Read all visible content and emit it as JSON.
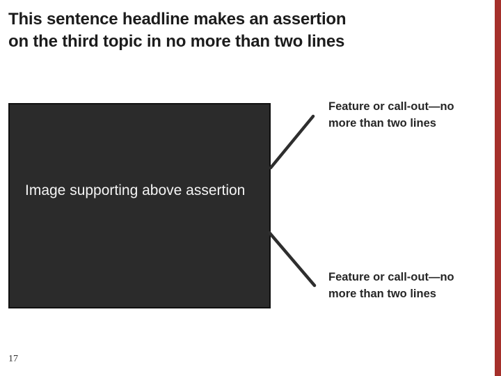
{
  "headline": {
    "line1": "This sentence headline makes an assertion",
    "line2": "on the third topic in no more than two lines"
  },
  "image_placeholder": {
    "label": "Image supporting above assertion"
  },
  "callouts": [
    {
      "line1": "Feature or call-out—no",
      "line2": "more than two lines"
    },
    {
      "line1": "Feature or call-out—no",
      "line2": "more than two lines"
    }
  ],
  "page_number": "17",
  "colors": {
    "background": "#FFFFFF",
    "headline_text": "#1C1C1C",
    "callout_text": "#262626",
    "connector_line": "#2E2E2E",
    "image_box_fill": "#2B2B2B",
    "image_box_border": "#101010",
    "image_box_label_text": "#F4F4F4",
    "accent_bar": "#A5302B"
  }
}
